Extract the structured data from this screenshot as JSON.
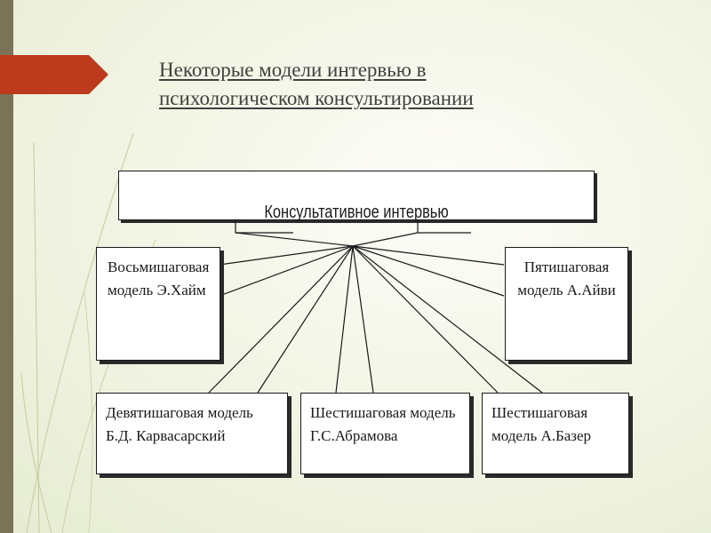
{
  "slide": {
    "title_lines": [
      "Некоторые модели интервью в",
      "психологическом консультировании"
    ]
  },
  "diagram": {
    "central": "Консультативное интервью",
    "models": [
      {
        "id": "eight-step",
        "lines": [
          "Восьмишаговая",
          "модель Э.Хайм"
        ]
      },
      {
        "id": "five-step",
        "lines": [
          "Пятишаговая",
          "модель А.Айви"
        ]
      },
      {
        "id": "nine-step",
        "lines": [
          "Девятишаговая модель",
          "Б.Д. Карвасарский"
        ]
      },
      {
        "id": "six-step-abramova",
        "lines": [
          "Шестишаговая модель",
          "Г.С.Абрамова"
        ]
      },
      {
        "id": "six-step-bazer",
        "lines": [
          "Шестишаговая",
          "модель А.Базер"
        ]
      }
    ]
  },
  "colors": {
    "accent": "#bd3a1c",
    "left_bar": "#7a7358",
    "text": "#404040"
  }
}
